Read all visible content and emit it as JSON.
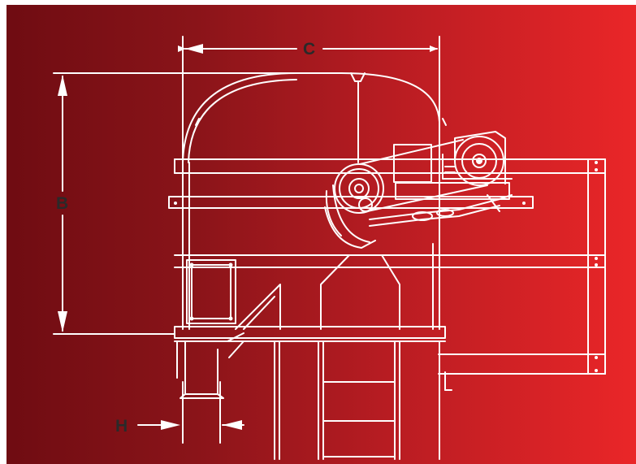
{
  "diagram": {
    "dimension_labels": {
      "c": "C",
      "b": "B",
      "h": "H"
    },
    "colors": {
      "background_left": "#6f0c12",
      "background_right": "#ea2628",
      "linework": "#ffffff",
      "label_text": "#2a2a2a"
    },
    "icons": [
      "pulley-icon",
      "drive-motor-icon",
      "ladder-icon"
    ]
  }
}
